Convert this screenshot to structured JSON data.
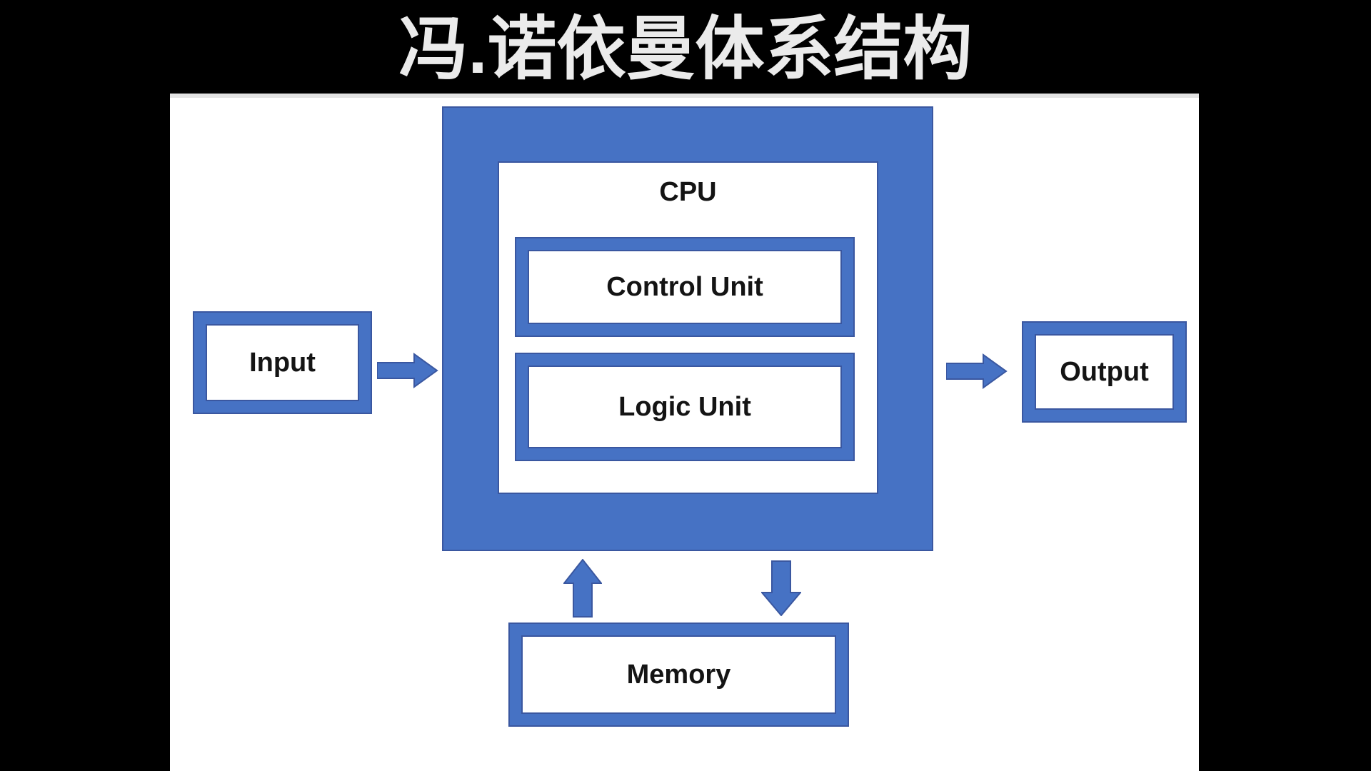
{
  "title": "冯.诺依曼体系结构",
  "diagram": {
    "cpu_label": "CPU",
    "control_unit_label": "Control Unit",
    "logic_unit_label": "Logic Unit",
    "input_label": "Input",
    "output_label": "Output",
    "memory_label": "Memory",
    "arrows": [
      {
        "name": "input-to-cpu",
        "direction": "right"
      },
      {
        "name": "cpu-to-output",
        "direction": "right"
      },
      {
        "name": "memory-to-cpu",
        "direction": "up"
      },
      {
        "name": "cpu-to-memory",
        "direction": "down"
      }
    ]
  },
  "colors": {
    "background": "#000000",
    "panel": "#ffffff",
    "panel_top_edge": "#e3e3e3",
    "shape_fill": "#4672c4",
    "shape_outline": "#3a57a0",
    "title_color": "#ebebeb",
    "label_color": "#141414"
  }
}
